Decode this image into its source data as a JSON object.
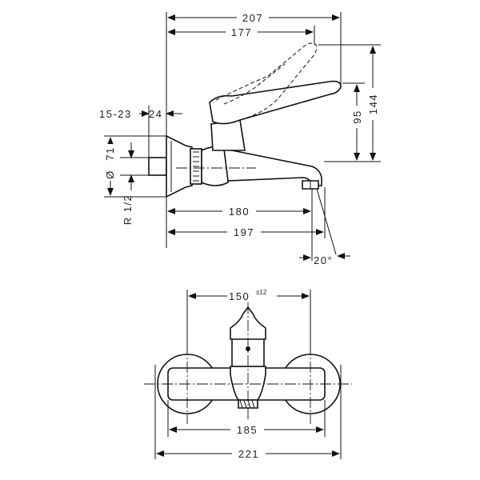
{
  "side_view": {
    "dim_total_width": "207",
    "dim_lever_width": "177",
    "dim_spout_projection_short": "180",
    "dim_spout_projection_long": "197",
    "dim_total_height": "144",
    "dim_spout_height": "95",
    "dim_wall_distance": "15-23",
    "dim_rosette_depth": "24",
    "dim_diameter_symbol": "Ø",
    "dim_diameter_value": "71",
    "dim_thread": "R 1/2",
    "dim_angle": "20°"
  },
  "front_view": {
    "dim_center_distance": "150",
    "dim_center_tolerance": "±12",
    "dim_body_width": "185",
    "dim_overall_width": "221"
  }
}
